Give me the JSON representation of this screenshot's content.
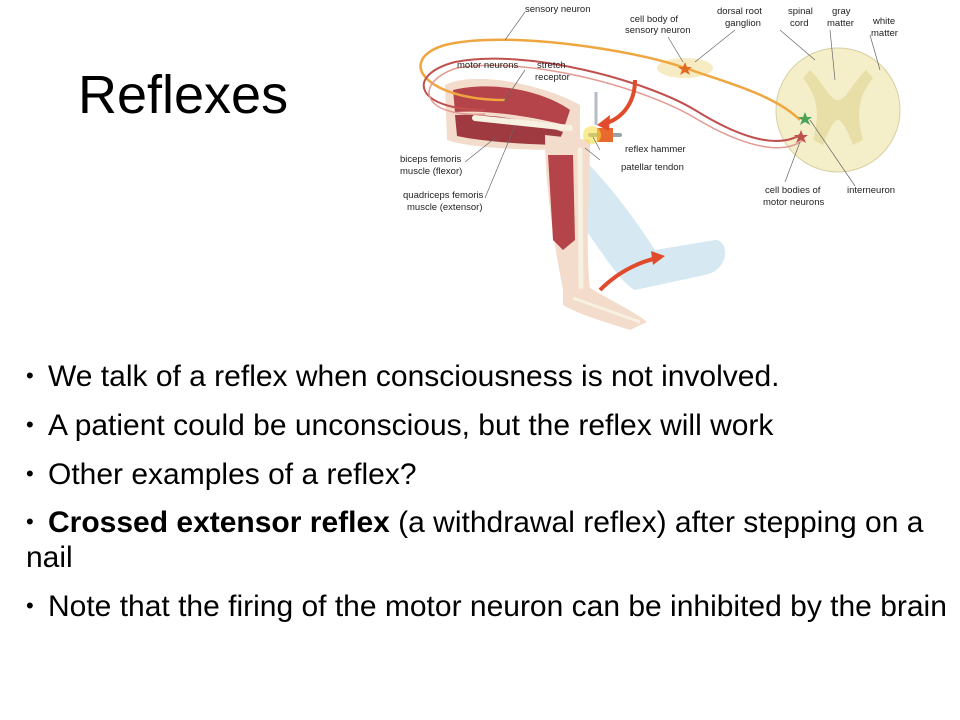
{
  "title": "Reflexes",
  "figure": {
    "labels": {
      "sensory_neuron": "sensory neuron",
      "cell_body_sensory": [
        "cell body of",
        "sensory neuron"
      ],
      "dorsal_root_ganglion": [
        "dorsal root",
        "ganglion"
      ],
      "spinal_cord": [
        "spinal",
        "cord"
      ],
      "gray_matter": [
        "gray",
        "matter"
      ],
      "white_matter": [
        "white",
        "matter"
      ],
      "motor_neurons": "motor neurons",
      "stretch_receptor": [
        "stretch",
        "receptor"
      ],
      "reflex_hammer": "reflex hammer",
      "patellar_tendon": "patellar tendon",
      "biceps_femoris": [
        "biceps femoris",
        "muscle (flexor)"
      ],
      "quadriceps_femoris": [
        "quadriceps femoris",
        "muscle (extensor)"
      ],
      "cell_bodies_motor": [
        "cell bodies of",
        "motor neurons"
      ],
      "interneuron": "interneuron"
    },
    "colors": {
      "sensory_neuron": "#f0a640",
      "motor_neuron": "#c0504d",
      "spinal_cord": "#f4efc9",
      "muscle": "#b5444a",
      "arrow": "#e04b2b",
      "leg_shadow": "#d6e9f3"
    }
  },
  "bullets": [
    {
      "text": "We talk of a reflex when consciousness is not involved."
    },
    {
      "text": "A patient could be unconscious, but the reflex will work"
    },
    {
      "text": "Other examples of a reflex?"
    },
    {
      "bold": "Crossed extensor reflex",
      "text": " (a withdrawal reflex) after stepping on a nail"
    },
    {
      "text": "Note that the firing of the motor neuron can be inhibited by the brain"
    }
  ]
}
